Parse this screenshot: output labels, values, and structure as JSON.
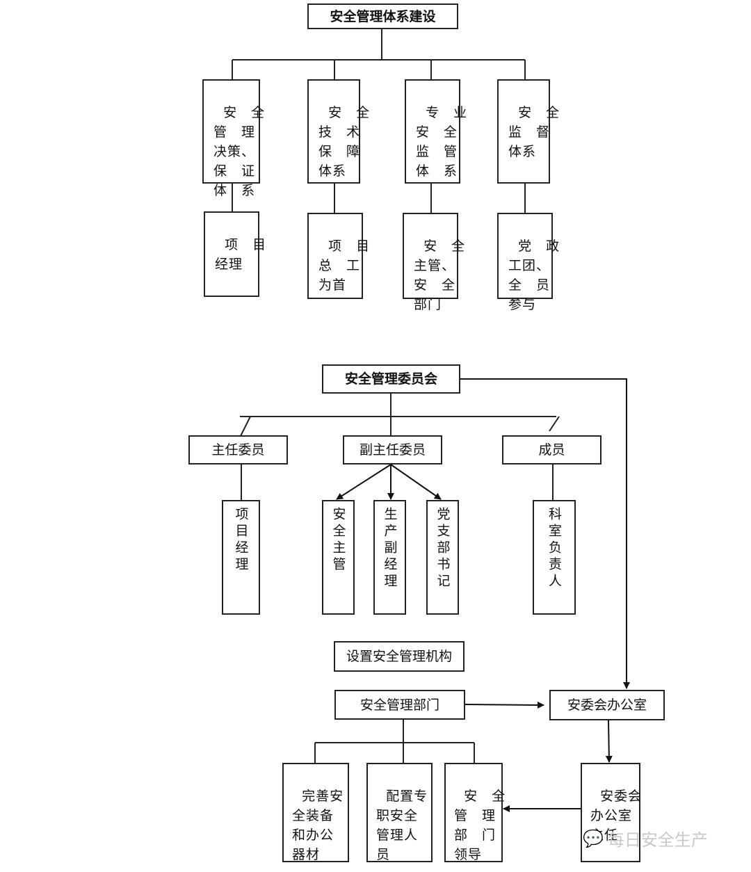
{
  "diagram1": {
    "title": "安全管理体系建设",
    "systems": [
      "安　全\n管　理\n决策、\n保　证\n体　系",
      "安　全\n技　术\n保　障\n体系",
      "专　业\n安　全\n监　管\n体　系",
      "安　全\n监　督\n体系"
    ],
    "responsible": [
      "项　目\n经理",
      "项　目\n总　工\n为首",
      "安　全\n主管、\n安　全\n部门",
      "党　政\n工团、\n全　员\n参与"
    ]
  },
  "diagram2": {
    "title": "安全管理委员会",
    "chair": "主任委员",
    "vice_chair": "副主任委员",
    "members": "成员",
    "chair_person": "项目经理",
    "vice_subs": [
      "安全主管",
      "生产副经理",
      "党支部书记"
    ],
    "member_person": "科室负责人",
    "setup": "设置安全管理机构",
    "dept": "安全管理部门",
    "office": "安委会办公室",
    "dept_tasks": [
      "完善安\n全装备\n和办公\n器材",
      "配置专\n职安全\n管理人\n员",
      "安　全\n管　理\n部　门\n领导"
    ],
    "office_director": "安委会\n办公室\n主任"
  },
  "watermark": {
    "icon": "wechat-icon",
    "text": "每日安全生产"
  }
}
